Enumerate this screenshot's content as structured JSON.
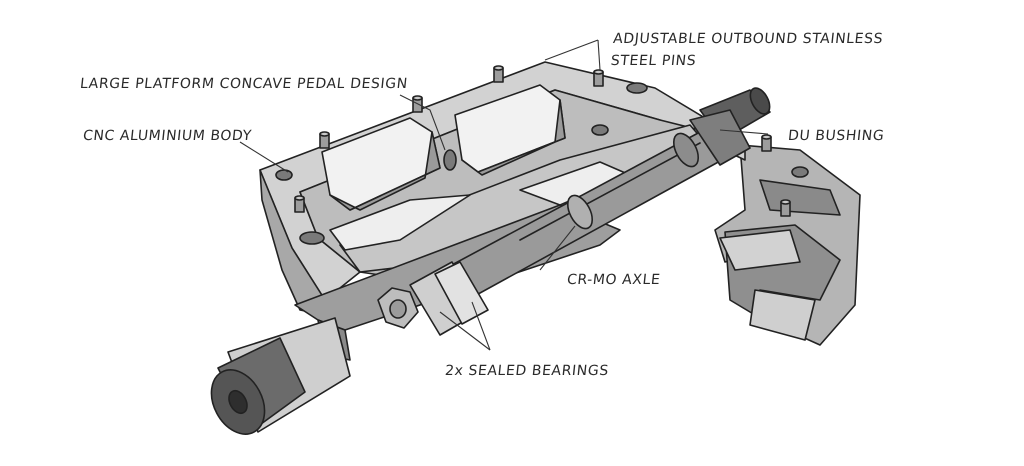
{
  "diagram": {
    "labels": {
      "pins_line1": "ADJUSTABLE OUTBOUND STAINLESS",
      "pins_line2": "STEEL PINS",
      "platform": "LARGE PLATFORM CONCAVE PEDAL DESIGN",
      "body": "CNC ALUMINIUM BODY",
      "bushing": "DU BUSHING",
      "axle": "CR-MO AXLE",
      "bearings": "2x SEALED BEARINGS"
    },
    "colors": {
      "body_face": "#b8b8b8",
      "body_dark": "#8e8e8e",
      "body_light": "#d6d6d6",
      "axle": "#9a9a9a",
      "thread": "#5e5e5e",
      "outline": "#222222"
    }
  }
}
